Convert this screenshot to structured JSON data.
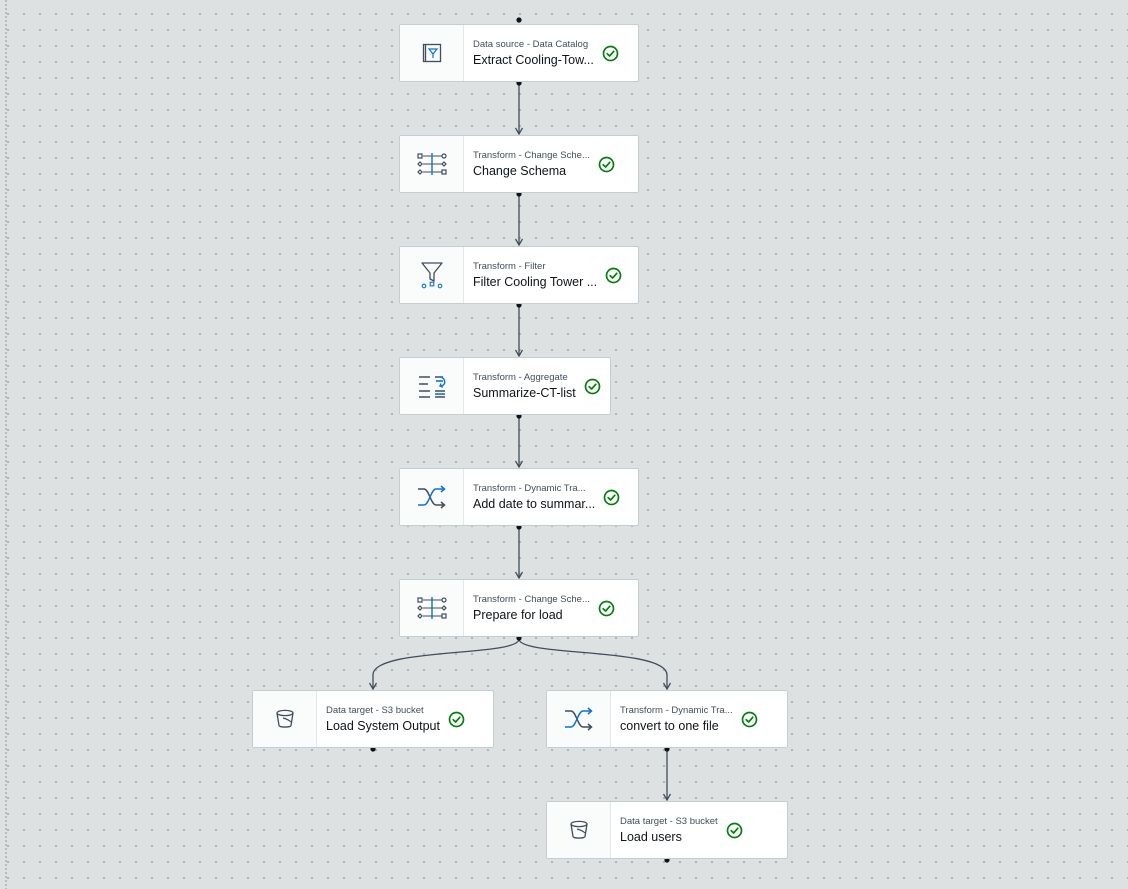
{
  "canvas": {
    "nodes": [
      {
        "id": "n1",
        "type_label": "Data source - Data Catalog",
        "name": "Extract Cooling-Tow...",
        "icon": "data-catalog-icon",
        "status": "succeeded"
      },
      {
        "id": "n2",
        "type_label": "Transform - Change Sche...",
        "name": "Change Schema",
        "icon": "change-schema-icon",
        "status": "succeeded"
      },
      {
        "id": "n3",
        "type_label": "Transform - Filter",
        "name": "Filter Cooling Tower ...",
        "icon": "filter-icon",
        "status": "succeeded"
      },
      {
        "id": "n4",
        "type_label": "Transform - Aggregate",
        "name": "Summarize-CT-list",
        "icon": "aggregate-icon",
        "status": "succeeded"
      },
      {
        "id": "n5",
        "type_label": "Transform - Dynamic Tra...",
        "name": "Add date to summar...",
        "icon": "dynamic-transform-icon",
        "status": "succeeded"
      },
      {
        "id": "n6",
        "type_label": "Transform - Change Sche...",
        "name": "Prepare for load",
        "icon": "change-schema-icon",
        "status": "succeeded"
      },
      {
        "id": "n7",
        "type_label": "Data target - S3 bucket",
        "name": "Load System Output",
        "icon": "s3-bucket-icon",
        "status": "succeeded"
      },
      {
        "id": "n8",
        "type_label": "Transform - Dynamic Tra...",
        "name": "convert to one file",
        "icon": "dynamic-transform-icon",
        "status": "succeeded"
      },
      {
        "id": "n9",
        "type_label": "Data target - S3 bucket",
        "name": "Load users",
        "icon": "s3-bucket-icon",
        "status": "succeeded"
      }
    ],
    "edges": [
      [
        "n1",
        "n2"
      ],
      [
        "n2",
        "n3"
      ],
      [
        "n3",
        "n4"
      ],
      [
        "n4",
        "n5"
      ],
      [
        "n5",
        "n6"
      ],
      [
        "n6",
        "n7"
      ],
      [
        "n6",
        "n8"
      ],
      [
        "n8",
        "n9"
      ]
    ]
  },
  "colors": {
    "success": "#037f0c",
    "icon_accent": "#0972d3",
    "icon_dark": "#414d5c",
    "edge": "#414d5c"
  }
}
